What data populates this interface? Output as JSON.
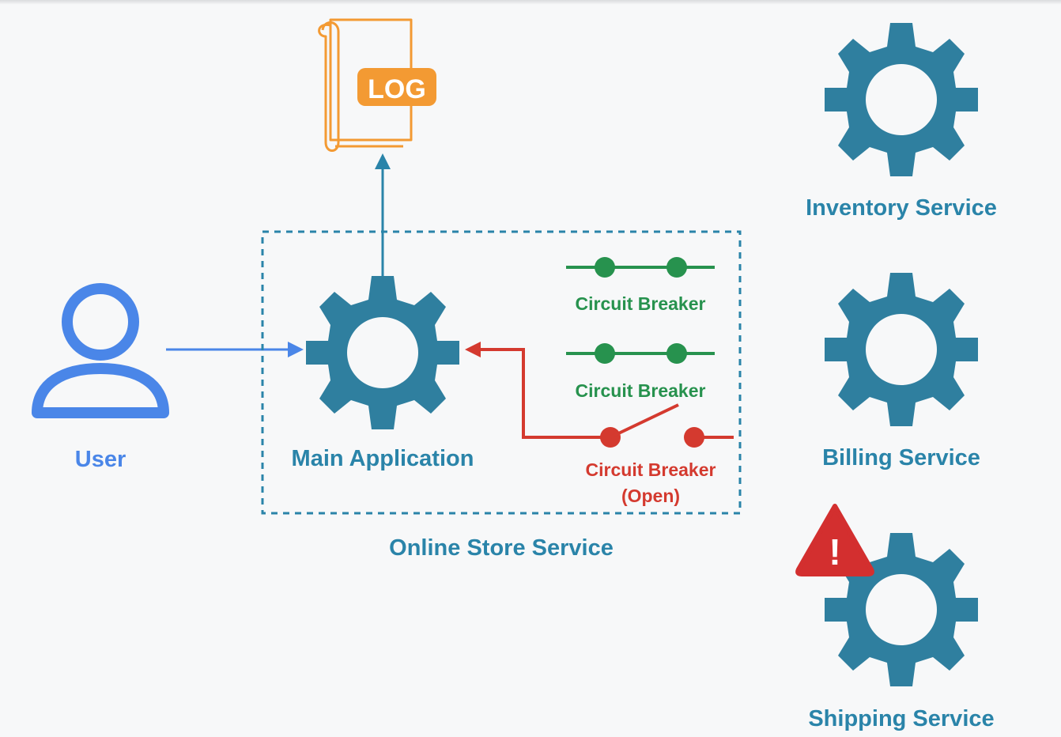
{
  "colors": {
    "background": "#f7f8f9",
    "gear": "#2f7f9f",
    "service_label": "#2a84a9",
    "user": "#4a86e8",
    "log": "#f39a33",
    "breaker_closed": "#27924e",
    "breaker_open": "#d43a2f",
    "warning": "#d32f2f"
  },
  "icons": {
    "log": "log-scroll-icon",
    "user": "user-icon",
    "gear": "gear-icon",
    "warning": "warning-icon"
  },
  "log": {
    "label": "LOG"
  },
  "user": {
    "label": "User"
  },
  "online_store": {
    "label": "Online Store Service",
    "main_app_label": "Main Application",
    "breakers": [
      {
        "label": "Circuit Breaker",
        "state": "closed"
      },
      {
        "label": "Circuit Breaker",
        "state": "closed"
      },
      {
        "label": "Circuit Breaker",
        "sublabel": "(Open)",
        "state": "open"
      }
    ]
  },
  "services": [
    {
      "label": "Inventory Service",
      "warning": false
    },
    {
      "label": "Billing Service",
      "warning": false
    },
    {
      "label": "Shipping Service",
      "warning": true,
      "warning_glyph": "!"
    }
  ]
}
